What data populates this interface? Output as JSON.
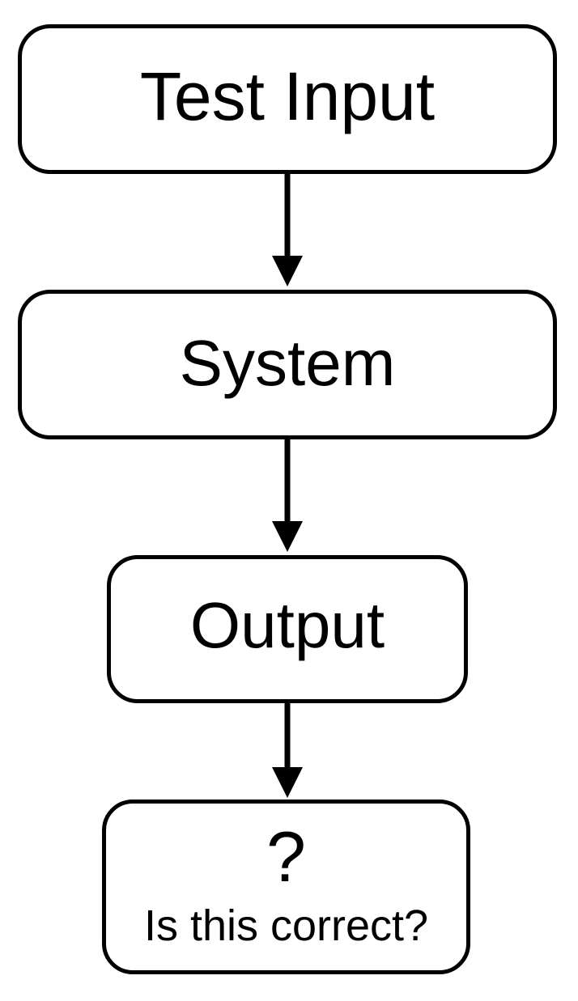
{
  "diagram": {
    "nodes": [
      {
        "id": "test-input",
        "label": "Test Input"
      },
      {
        "id": "system",
        "label": "System"
      },
      {
        "id": "output",
        "label": "Output"
      },
      {
        "id": "question",
        "symbol": "?",
        "caption": "Is this correct?"
      }
    ],
    "edges": [
      {
        "from": "test-input",
        "to": "system"
      },
      {
        "from": "system",
        "to": "output"
      },
      {
        "from": "output",
        "to": "question"
      }
    ]
  },
  "colors": {
    "stroke": "#000000",
    "fill": "#ffffff",
    "text": "#000000"
  }
}
